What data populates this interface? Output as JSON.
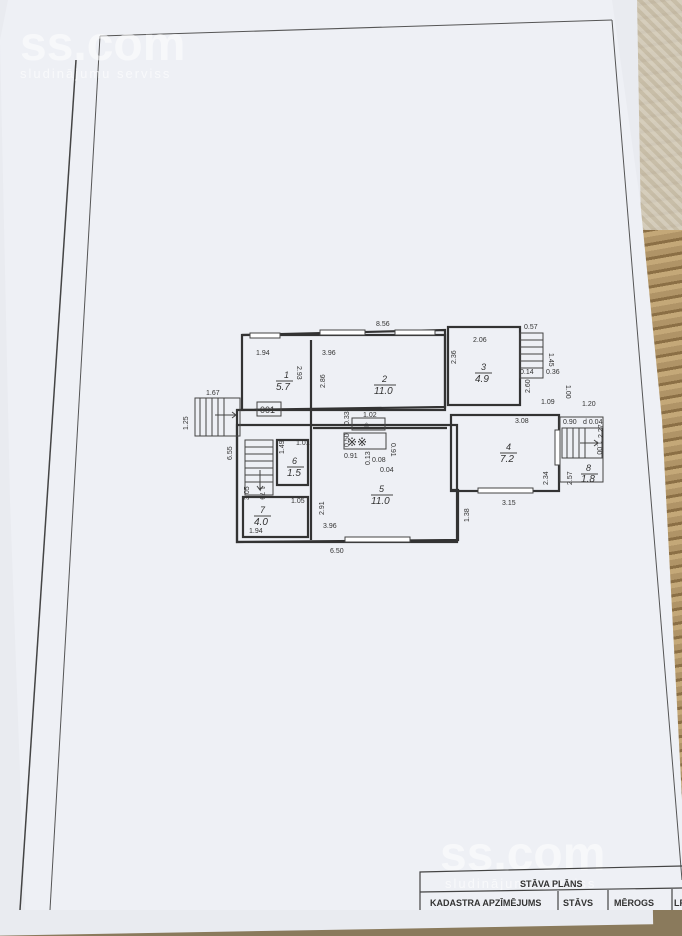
{
  "watermark": {
    "logo": "ss.com",
    "tagline": "sludinājumu serviss"
  },
  "plan": {
    "label": "001",
    "rooms": [
      {
        "num": "1",
        "area": "5.7"
      },
      {
        "num": "2",
        "area": "11.0"
      },
      {
        "num": "3",
        "area": "4.9"
      },
      {
        "num": "4",
        "area": "7.2"
      },
      {
        "num": "5",
        "area": "11.0"
      },
      {
        "num": "6",
        "area": "1.5"
      },
      {
        "num": "7",
        "area": "4.0"
      },
      {
        "num": "8",
        "area": "1.8"
      }
    ],
    "dims": {
      "top_total": "8.56",
      "d194a": "1.94",
      "d293": "2.93",
      "d396a": "3.96",
      "d286": "2.86",
      "d206": "2.06",
      "d236": "2.36",
      "d057": "0.57",
      "d145": "1.45",
      "d036": "0.36",
      "d014": "0.14",
      "d260": "2.60",
      "d100a": "1.00",
      "d109": "1.09",
      "d120": "1.20",
      "d090": "0.90",
      "d004": "d 0.04",
      "d227": "2.27",
      "d308": "3.08",
      "d100b": "1.00",
      "d234": "2.34",
      "d257": "2.57",
      "d315": "3.15",
      "d167": "1.67",
      "d125": "1.25",
      "d655": "6.55",
      "d149": "1.49",
      "d101": "1.01",
      "d033": "0.33",
      "d102": "1.02",
      "d050": "0.50",
      "d091a": "0.91",
      "d013": "0.13",
      "d008": "0.08",
      "d091b": "0.91",
      "d004b": "0.04",
      "d305": "3.05",
      "d179": "1.79",
      "d105": "1.05",
      "d291": "2.91",
      "d194b": "1.94",
      "d396b": "3.96",
      "d138": "1.38",
      "d650": "6.50"
    }
  },
  "title_block": {
    "title": "STĀVA PLĀNS",
    "col1": "KADASTRA APZĪMĒJUMS",
    "col2": "STĀVS",
    "col3": "MĒROGS",
    "col4": "LP"
  }
}
